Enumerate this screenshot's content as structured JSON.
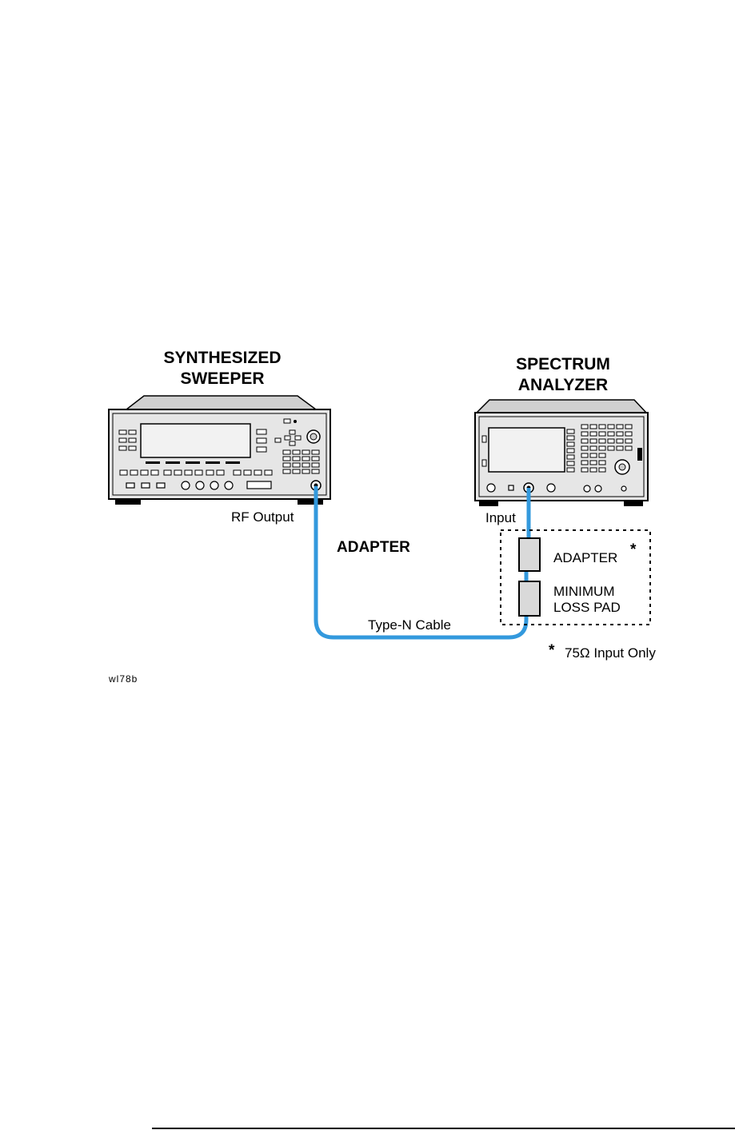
{
  "sweeper": {
    "title_line1": "SYNTHESIZED",
    "title_line2": "SWEEPER",
    "port_label": "RF Output"
  },
  "analyzer": {
    "title_line1": "SPECTRUM",
    "title_line2": "ANALYZER",
    "port_label": "Input"
  },
  "adapter_label": "ADAPTER",
  "cable_label": "Type-N Cable",
  "option_box": {
    "adapter_label": "ADAPTER",
    "adapter_mark": "*",
    "pad_line1": "MINIMUM",
    "pad_line2": "LOSS PAD"
  },
  "footnote": {
    "mark": "*",
    "text": "75Ω Input Only"
  },
  "figure_id": "wl78b",
  "colors": {
    "cable": "#3399dd",
    "component_fill": "#d9d9d9",
    "panel_fill": "#e6e6e6",
    "screen_fill": "#f2f2f2",
    "foot_fill": "#000000"
  }
}
